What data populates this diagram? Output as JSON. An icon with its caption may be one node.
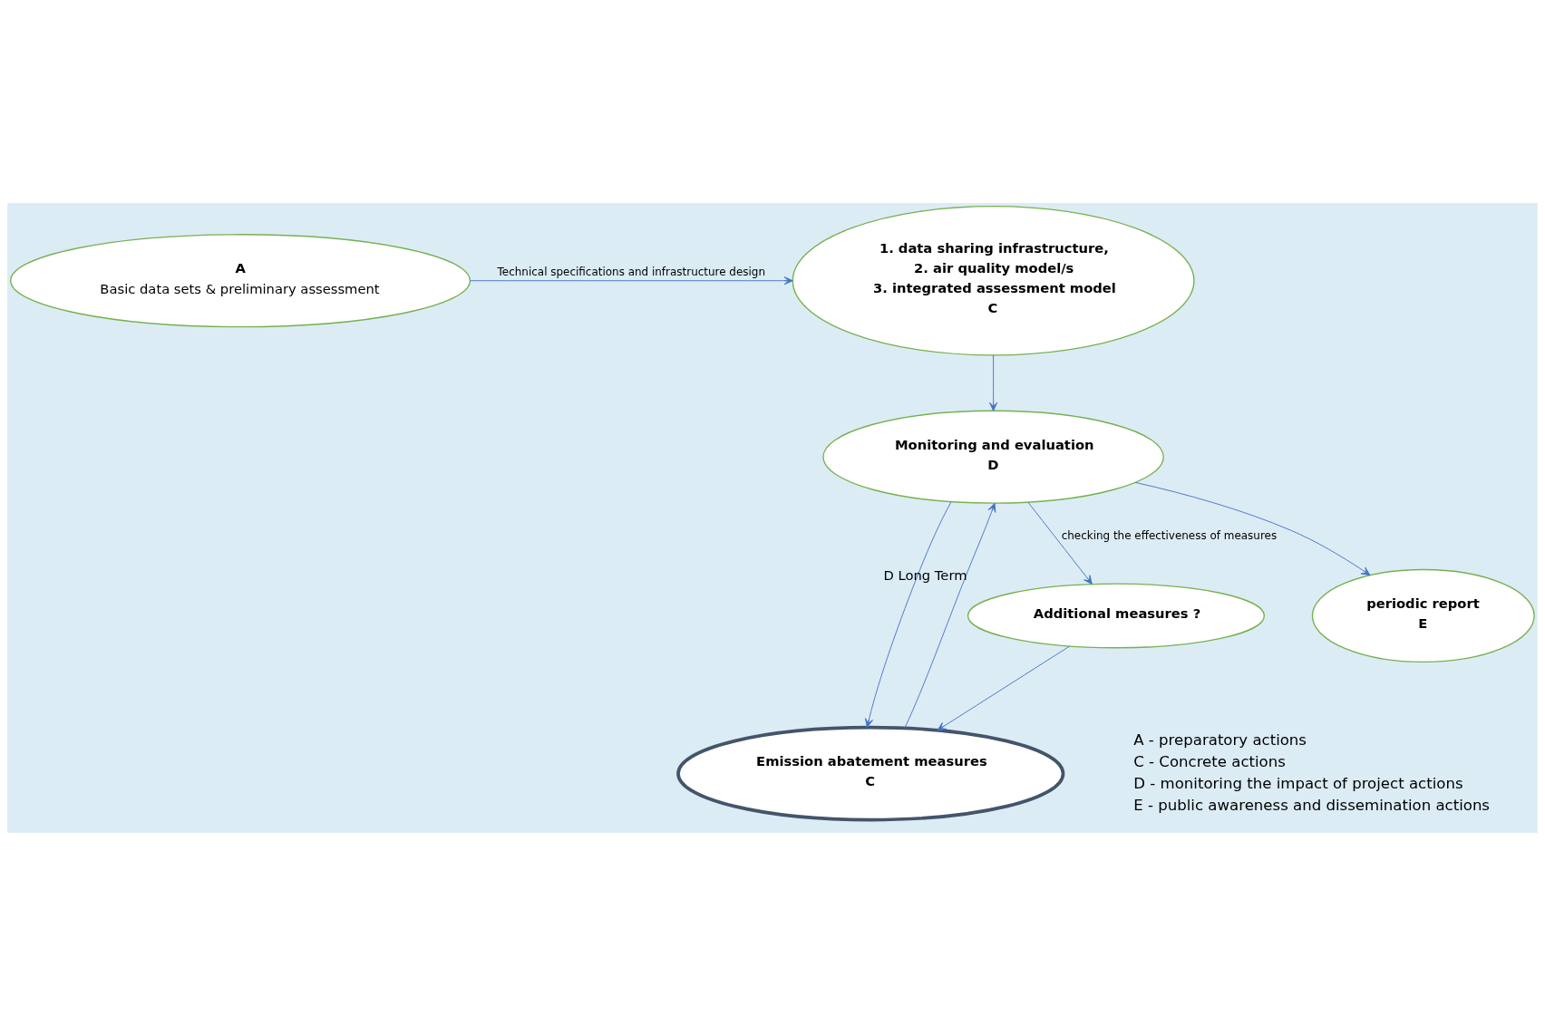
{
  "diagram": {
    "nodes": [
      {
        "text": [
          "A",
          "Basic data sets & preliminary assessment"
        ]
      },
      {
        "text": [
          "1. data sharing infrastructure,",
          "2. air quality model/s",
          "3. integrated assessment model",
          "C"
        ]
      },
      {
        "text": [
          "Emission abatement measures",
          "C"
        ]
      },
      {
        "text": [
          "Monitoring and evaluation",
          "D"
        ]
      },
      {
        "text": [
          "Additional measures ?"
        ],
        "beside": [
          "D Long Term"
        ]
      },
      {
        "text": [
          "periodic report",
          "E"
        ]
      }
    ],
    "edges": [
      {
        "from": 0,
        "to": 1,
        "arrow": "to",
        "label": "Technical specifications and infrastructure design"
      },
      {
        "from": 1,
        "to": 3,
        "arrow": "to"
      },
      {
        "from": 2,
        "to": 3,
        "arrow": "to"
      },
      {
        "from": 3,
        "to": 2,
        "arrow": "to"
      },
      {
        "from": 4,
        "to": 2,
        "arrow": "to"
      },
      {
        "from": 3,
        "to": 4,
        "arrow": "to",
        "label": "checking the effectiveness of measures"
      },
      {
        "from": 3,
        "to": 5,
        "arrow": "to"
      }
    ],
    "labels": [
      "A - preparatory actions",
      "C - Concrete actions",
      "D - monitoring the impact of project actions",
      "E - public awareness and dissemination actions"
    ]
  }
}
